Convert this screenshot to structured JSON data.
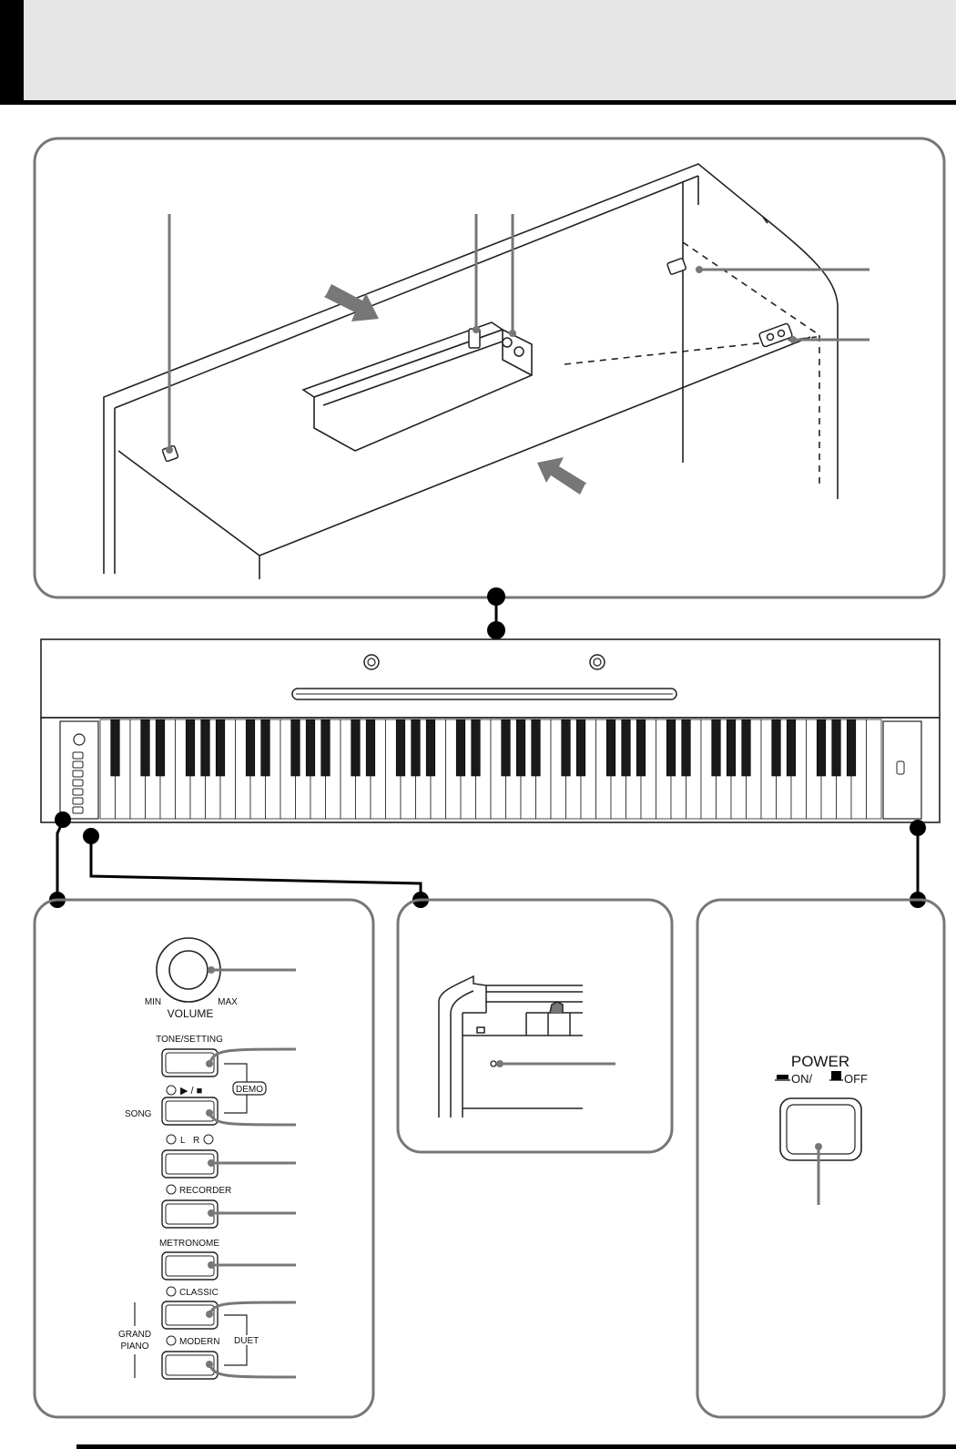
{
  "control_panel": {
    "volume": {
      "label": "VOLUME",
      "min": "MIN",
      "max": "MAX"
    },
    "tone_setting": "TONE/SETTING",
    "demo": "DEMO",
    "play_stop": "▶ / ■",
    "song": "SONG",
    "part_l": "L",
    "part_r": "R",
    "recorder": "RECORDER",
    "metronome": "METRONOME",
    "classic": "CLASSIC",
    "modern": "MODERN",
    "grand": "GRAND",
    "piano": "PIANO",
    "duet": "DUET"
  },
  "power_panel": {
    "power": "POWER",
    "on": "ON/",
    "off": "OFF"
  }
}
